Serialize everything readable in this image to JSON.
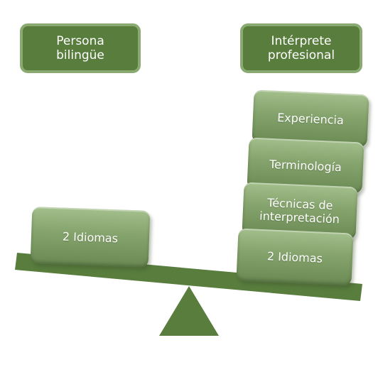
{
  "header": {
    "left_label": "Persona\nbilingüe",
    "right_label": "Intérprete\nprofesional"
  },
  "left_stack": {
    "blocks": [
      "2 Idiomas"
    ]
  },
  "right_stack": {
    "blocks": [
      "Experiencia",
      "Terminología",
      "Técnicas de\ninterpretación",
      "2 Idiomas"
    ]
  },
  "colors": {
    "dark_green": "#587d3d",
    "header_border": "#8aaa72",
    "block_light": "#a3bf8c",
    "block_dark": "#6a8a53"
  }
}
